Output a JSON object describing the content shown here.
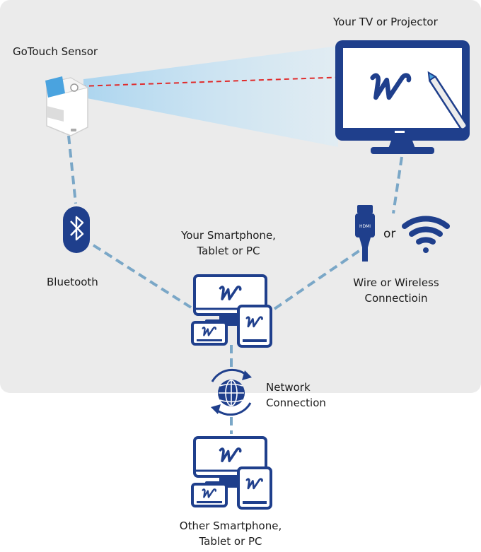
{
  "labels": {
    "tv": "Your TV or Projector",
    "sensor": "GoTouch Sensor",
    "bluetooth": "Bluetooth",
    "device_line1": "Your Smartphone,",
    "device_line2": "Tablet or PC",
    "or": "or",
    "connection_line1": "Wire or Wireless",
    "connection_line2": "Connectioin",
    "network_line1": "Network",
    "network_line2": "Connection",
    "other_line1": "Other Smartphone,",
    "other_line2": "Tablet or PC",
    "hdmi": "HDMI"
  },
  "icons": [
    "gotouch-sensor-icon",
    "tv-icon",
    "stylus-icon",
    "bluetooth-icon",
    "hdmi-plug-icon",
    "wifi-icon",
    "devices-icon",
    "globe-sync-icon",
    "app-logo-icon"
  ],
  "colors": {
    "panel": "#ebebeb",
    "navy": "#1f3f8c",
    "dashed": "#7aa7c7",
    "beam": "#b9dcf2",
    "laser": "#e02b2b",
    "sensor_blue": "#4aa3df"
  }
}
